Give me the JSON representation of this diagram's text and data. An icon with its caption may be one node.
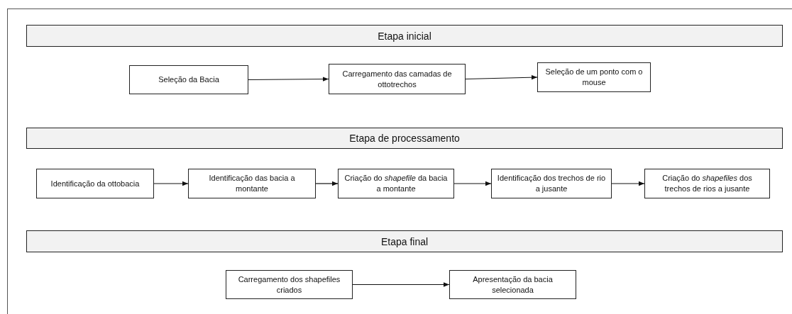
{
  "diagram": {
    "nodes": [
      {
        "text": [
          "Etapa inicial"
        ]
      },
      {
        "text": [
          "Seleção da Bacia"
        ]
      },
      {
        "text": [
          "Carregamento das camadas de ottotrechos"
        ]
      },
      {
        "text": [
          "Seleção de um ponto com o mouse"
        ]
      },
      {
        "text": [
          "Etapa de processamento"
        ]
      },
      {
        "text": [
          "Identificação da ottobacia"
        ]
      },
      {
        "text": [
          "Identificação das bacia a montante"
        ]
      },
      {
        "text": [
          "Criação do *shapefile* da bacia a montante"
        ]
      },
      {
        "text": [
          "Identificação dos trechos de rio a jusante"
        ]
      },
      {
        "text": [
          "Criação do *shapefiles* dos trechos de rios a jusante"
        ]
      },
      {
        "text": [
          "Etapa final"
        ]
      },
      {
        "text": [
          "Carregamento dos shapefiles criados"
        ]
      },
      {
        "text": [
          "Apresentação da bacia selecionada"
        ]
      }
    ],
    "edges": [
      {
        "from": 1,
        "to": 2,
        "arrow": "to"
      },
      {
        "from": 2,
        "to": 3,
        "arrow": "to"
      },
      {
        "from": 5,
        "to": 6,
        "arrow": "to"
      },
      {
        "from": 6,
        "to": 7,
        "arrow": "to"
      },
      {
        "from": 7,
        "to": 8,
        "arrow": "to"
      },
      {
        "from": 8,
        "to": 9,
        "arrow": "to"
      },
      {
        "from": 11,
        "to": 12,
        "arrow": "to"
      }
    ]
  }
}
